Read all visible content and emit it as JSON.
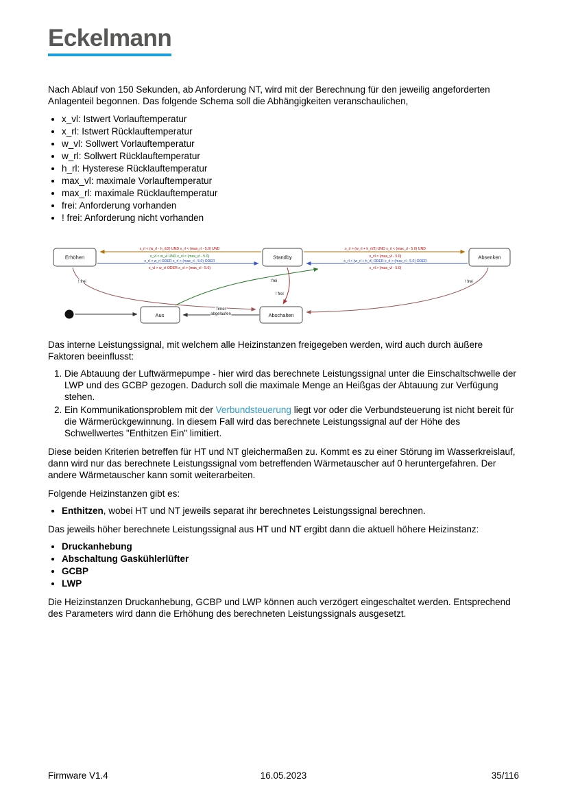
{
  "logo": {
    "text": "Eckelmann"
  },
  "intro": "Nach Ablauf von 150 Sekunden, ab Anforderung NT, wird mit der Berechnung für den jeweilig angeforderten Anlagenteil begonnen. Das folgende Schema soll die Abhängigkeiten veranschaulichen,",
  "legend": {
    "items": [
      "x_vl: Istwert Vorlauftemperatur",
      "x_rl: Istwert Rücklauftemperatur",
      "w_vl: Sollwert Vorlauftemperatur",
      "w_rl: Sollwert Rücklauftemperatur",
      "h_rl: Hysterese Rücklauftemperatur",
      "max_vl: maximale Vorlauftemperatur",
      "max_rl: maximale Rücklauftemperatur",
      "frei: Anforderung vorhanden",
      "! frei: Anforderung nicht vorhanden"
    ]
  },
  "diagram": {
    "states": {
      "erhoehen": "Erhöhen",
      "standby": "Standby",
      "absenken": "Absenken",
      "aus": "Aus",
      "abschalten": "Abschalten"
    },
    "transitions": {
      "standby_to_erhoehen": {
        "line1": "x_rl < (w_rl - h_rl/2) UND x_rl < (max_rl - 5.0) UND",
        "line2": "x_vl < w_vl UND x_vl < (max_vl - 5.0)"
      },
      "erhoehen_to_standby": {
        "line1": "x_rl > w_rl ODER x_rl > (max_rl - 5.0) ODER",
        "line2": "x_vl > w_vl ODER x_vl > (max_vl - 5.0)"
      },
      "standby_to_absenken": {
        "line1": "x_rl > (w_rl + h_rl/2) UND x_rl < (max_rl - 5.0) UND",
        "line2": "x_vl < (max_vl - 5.0)"
      },
      "absenken_to_standby": {
        "line1": "x_rl < (w_rl + h_rl) ODER x_rl > (max_rl - 5.0) ODER",
        "line2": "x_vl > (max_vl - 5.0)"
      },
      "aus_to_standby": "frei",
      "standby_to_abschalten": "! frei",
      "erhoehen_to_abschalten": "! frei",
      "absenken_to_abschalten": "! frei",
      "abschalten_to_aus_line1": "Timer",
      "abschalten_to_aus_line2": "abgelaufen"
    },
    "colors": {
      "condition_red": "#c00000",
      "condition_green": "#1a7a1a",
      "condition_blue": "#2244bb",
      "edge_orange": "#b07000",
      "edge_blue": "#3b5bc0",
      "edge_green": "#2a7a2a",
      "edge_red": "#b03030",
      "edge_darkred": "#995555",
      "edge_black": "#333333"
    }
  },
  "body": {
    "p_leistungssignal": "Das interne Leistungssignal, mit welchem alle Heizinstanzen freigegeben werden, wird auch durch äußere Faktoren beeinflusst:",
    "numbered_item1": "Die Abtauung der Luftwärmepumpe - hier wird das berechnete Leistungssignal unter die Einschaltschwelle der LWP und des GCBP gezogen. Dadurch soll die maximale Menge an Heißgas der Abtauung zur Verfügung stehen.",
    "numbered_item2_pre": "Ein Kommunikationsproblem mit der ",
    "numbered_item2_link": "Verbundsteuerung",
    "numbered_item2_post": " liegt vor oder die Verbundsteuerung ist nicht bereit für die Wärmerückgewinnung. In diesem Fall wird das berechnete Leistungssignal auf der Höhe des Schwellwertes \"Enthitzen Ein\" limitiert.",
    "p_kriterien": "Diese beiden Kriterien betreffen für HT und NT gleichermaßen zu. Kommt es zu einer Störung im Wasserkreislauf, dann wird nur das berechnete Leistungssignal vom betreffenden Wärmetauscher auf 0 heruntergefahren. Der andere Wärmetauscher kann somit weiterarbeiten.",
    "p_heizinstanzen": "Folgende Heizinstanzen gibt es:",
    "enthitzen_bold": "Enthitzen",
    "enthitzen_rest": ", wobei HT und NT jeweils separat ihr berechnetes Leistungssignal berechnen.",
    "p_hoeher": "Das jeweils höher berechnete Leistungssignal aus HT und NT ergibt dann die aktuell höhere Heizinstanz:",
    "instances": [
      "Druckanhebung",
      "Abschaltung Gaskühlerlüfter",
      "GCBP",
      "LWP"
    ],
    "p_verzoegert": "Die Heizinstanzen Druckanhebung, GCBP und LWP können auch verzögert eingeschaltet werden. Entsprechend des Parameters wird dann die Erhöhung des berechneten Leistungssignals ausgesetzt."
  },
  "footer": {
    "left": "Firmware V1.4",
    "center": "16.05.2023",
    "right": "35/116"
  }
}
